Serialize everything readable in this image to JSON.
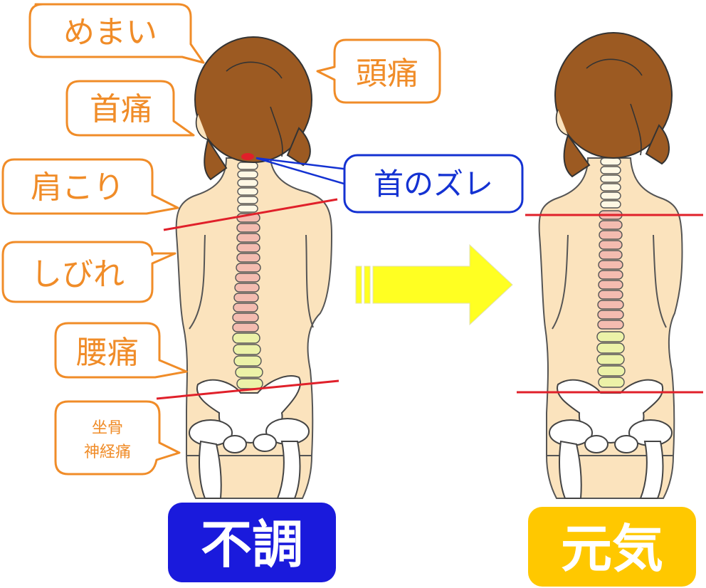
{
  "labels": {
    "memai": "めまい",
    "zutsu": "頭痛",
    "kubitsu": "首痛",
    "katakori": "肩こり",
    "shibire": "しびれ",
    "yotsu": "腰痛",
    "zakotsu_line1": "坐骨",
    "zakotsu_line2": "神経痛",
    "kubi_zure": "首のズレ"
  },
  "badges": {
    "left": "不調",
    "right": "元気"
  },
  "colors": {
    "orange": "#f08c28",
    "blue": "#1432d2",
    "red": "#e0202a",
    "skin": "#fbe3bd",
    "hair": "#9c5a22",
    "badge_left": "#1a1adc",
    "badge_right": "#ffc800",
    "arrow": "#ffff22",
    "vertebra_neck": "#fff8e4",
    "vertebra_thoracic": "#f4bcb0",
    "vertebra_lumbar": "#ecf2a8"
  }
}
